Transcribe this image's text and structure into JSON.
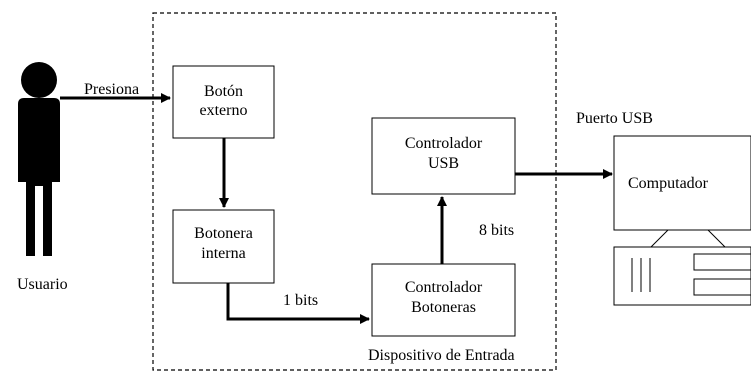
{
  "diagram": {
    "user_label": "Usuario",
    "action_label": "Presiona",
    "device_label": "Dispositivo de Entrada",
    "port_label": "Puerto USB",
    "boxes": {
      "external_button": [
        "Botón",
        "externo"
      ],
      "internal_keypad": [
        "Botonera",
        "interna"
      ],
      "usb_controller": [
        "Controlador",
        "USB"
      ],
      "keypad_controller": [
        "Controlador",
        "Botoneras"
      ]
    },
    "edges": {
      "one_bit": "1 bits",
      "eight_bits": "8 bits"
    },
    "computer_label": "Computador"
  }
}
